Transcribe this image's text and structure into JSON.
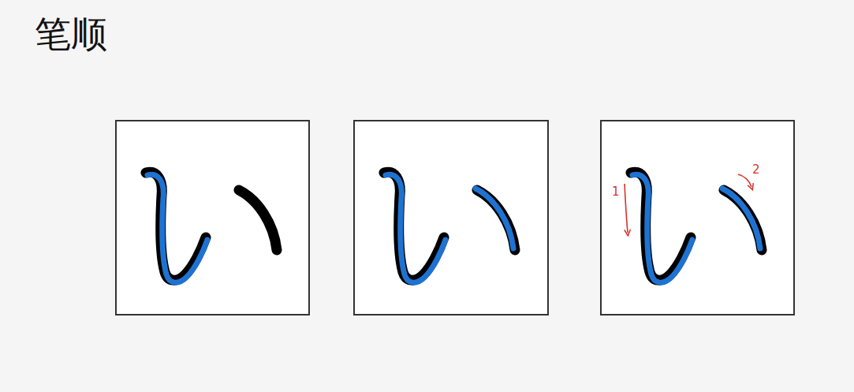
{
  "diagram": {
    "title": "笔顺",
    "labels": [
      "1",
      "2"
    ]
  }
}
